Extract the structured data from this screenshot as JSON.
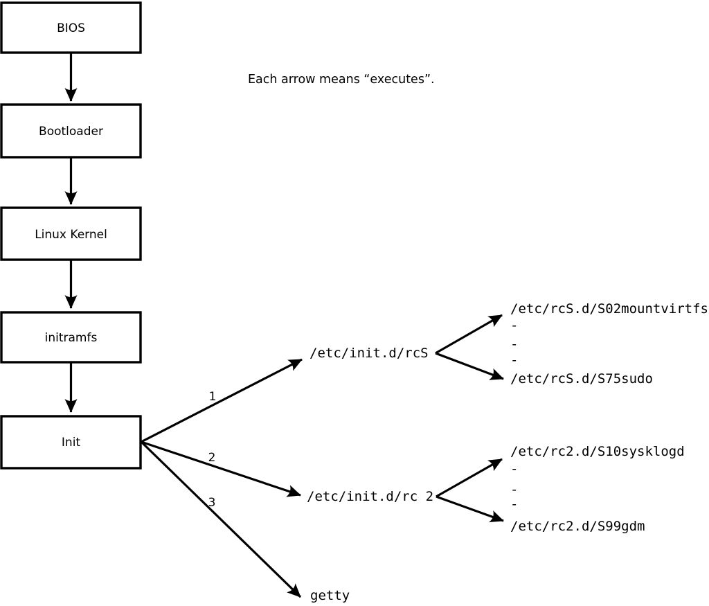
{
  "note": {
    "text": "Each arrow means “executes”."
  },
  "chain": {
    "nodes": [
      {
        "label": "BIOS"
      },
      {
        "label": "Bootloader"
      },
      {
        "label": "Linux Kernel"
      },
      {
        "label": "initramfs"
      },
      {
        "label": "Init"
      }
    ]
  },
  "branches": [
    {
      "number": "1",
      "target": "/etc/init.d/rcS",
      "children": [
        "/etc/rcS.d/S02mountvirtfs",
        "-",
        "-",
        "-",
        "/etc/rcS.d/S75sudo"
      ]
    },
    {
      "number": "2",
      "target": "/etc/init.d/rc 2",
      "children": [
        "/etc/rc2.d/S10sysklogd",
        "-",
        "-",
        "-",
        "/etc/rc2.d/S99gdm"
      ]
    },
    {
      "number": "3",
      "target": "getty",
      "children": []
    }
  ],
  "colors": {
    "line": "#000000",
    "box_fill": "#ffffff",
    "box_border": "#000000",
    "background": "#ffffff",
    "text": "#000000"
  }
}
